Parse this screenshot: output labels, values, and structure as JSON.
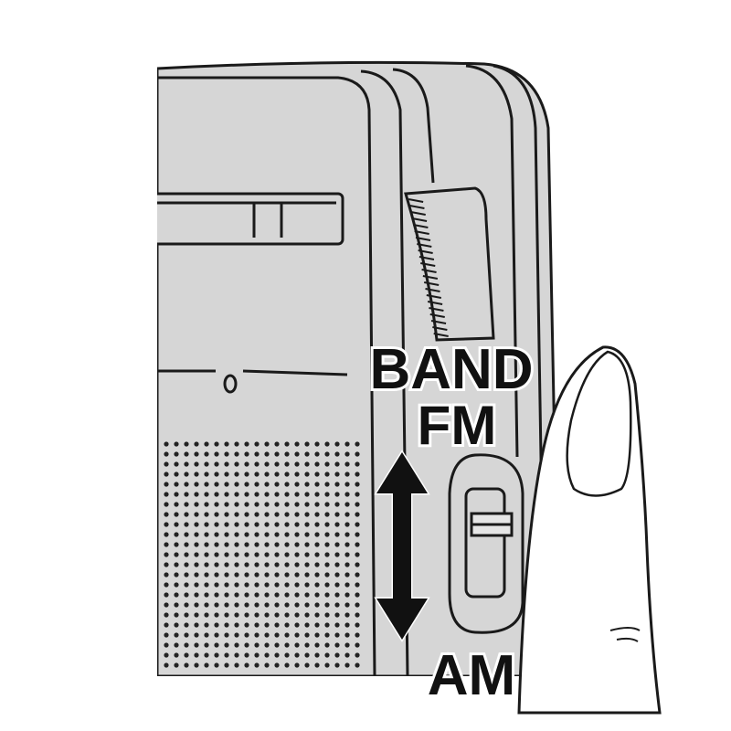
{
  "labels": {
    "band": "BAND",
    "fm": "FM",
    "am": "AM"
  },
  "colors": {
    "body": "#d6d6d6",
    "outline": "#1a1a1a",
    "finger": "#ffffff"
  },
  "icons": [
    "double-arrow-icon",
    "finger-illustration",
    "radio-illustration"
  ]
}
